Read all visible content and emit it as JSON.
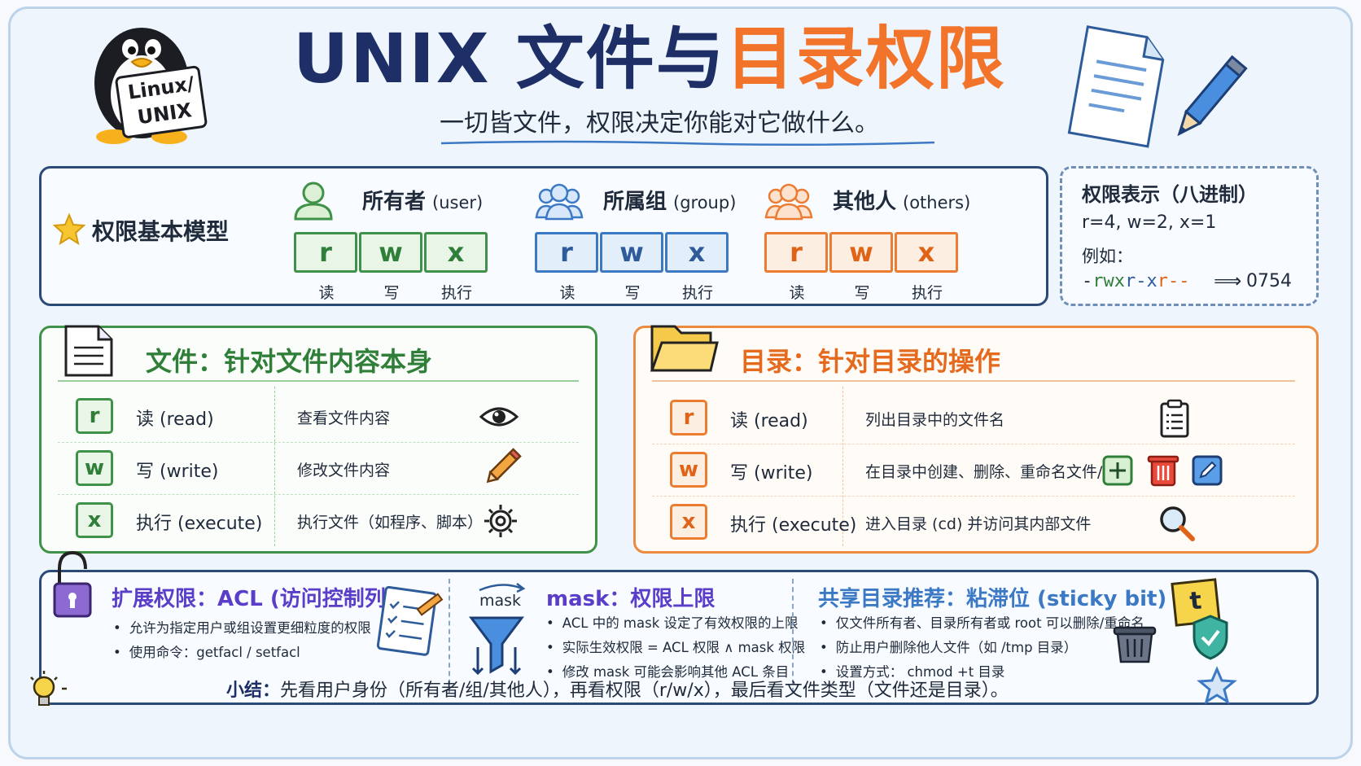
{
  "header": {
    "title_part1": "UNIX 文件与",
    "title_part2": "目录权限",
    "subtitle": "一切皆文件，权限决定你能对它做什么。",
    "mascot_sign": [
      "Linux/",
      "UNIX"
    ],
    "colors": {
      "navy": "#1d2f66",
      "orange": "#f2732a"
    }
  },
  "model": {
    "title": "权限基本模型",
    "groups": [
      {
        "name": "所有者",
        "en": "(user)",
        "letters": [
          "r",
          "w",
          "x"
        ],
        "labels": [
          "读",
          "写",
          "执行"
        ],
        "color": "#3f9247",
        "fill": "#e9f5e6",
        "icon": "user-icon"
      },
      {
        "name": "所属组",
        "en": "(group)",
        "letters": [
          "r",
          "w",
          "x"
        ],
        "labels": [
          "读",
          "写",
          "执行"
        ],
        "color": "#3c79c4",
        "fill": "#e3eefb",
        "icon": "group-icon"
      },
      {
        "name": "其他人",
        "en": "(others)",
        "letters": [
          "r",
          "w",
          "x"
        ],
        "labels": [
          "读",
          "写",
          "执行"
        ],
        "color": "#ec7c32",
        "fill": "#fdeee2",
        "icon": "others-icon"
      }
    ]
  },
  "octal": {
    "title": "权限表示（八进制）",
    "values": "r=4, w=2, x=1",
    "example_label": "例如：",
    "perm_string": "-rwxr-xr--",
    "arrow": "⟹",
    "number": "0754"
  },
  "file": {
    "title": "文件：针对文件内容本身",
    "rows": [
      {
        "letter": "r",
        "label": "读 (read)",
        "desc": "查看文件内容",
        "icon": "eye-icon"
      },
      {
        "letter": "w",
        "label": "写 (write)",
        "desc": "修改文件内容",
        "icon": "pencil-icon"
      },
      {
        "letter": "x",
        "label": "执行 (execute)",
        "desc": "执行文件（如程序、脚本）",
        "icon": "gear-icon"
      }
    ]
  },
  "directory": {
    "title": "目录：针对目录的操作",
    "rows": [
      {
        "letter": "r",
        "label": "读 (read)",
        "desc": "列出目录中的文件名",
        "icon": "list-icon"
      },
      {
        "letter": "w",
        "label": "写 (write)",
        "desc": "在目录中创建、删除、重命名文件/目录",
        "icon": "add-delete-edit-icons"
      },
      {
        "letter": "x",
        "label": "执行 (execute)",
        "desc": "进入目录 (cd) 并访问其内部文件",
        "icon": "magnifier-icon"
      }
    ]
  },
  "extensions": {
    "acl": {
      "title": "扩展权限：ACL (访问控制列表)",
      "items": [
        "允许为指定用户或组设置更细粒度的权限",
        "使用命令：getfacl / setfacl"
      ]
    },
    "mask": {
      "title": "mask：权限上限",
      "icon_label": "mask",
      "items": [
        "ACL 中的 mask 设定了有效权限的上限",
        "实际生效权限 = ACL 权限 ∧ mask 权限",
        "修改 mask 可能会影响其他 ACL 条目"
      ]
    },
    "sticky": {
      "title": "共享目录推荐：粘滞位 (sticky bit)",
      "note_letter": "t",
      "items": [
        "仅文件所有者、目录所有者或 root 可以删除/重命名",
        "防止用户删除他人文件（如 /tmp 目录）",
        "设置方式： chmod +t  目录"
      ]
    }
  },
  "summary": {
    "lead": "小结：",
    "text": "先看用户身份（所有者/组/其他人），再看权限（r/w/x），最后看文件类型（文件还是目录）。"
  }
}
